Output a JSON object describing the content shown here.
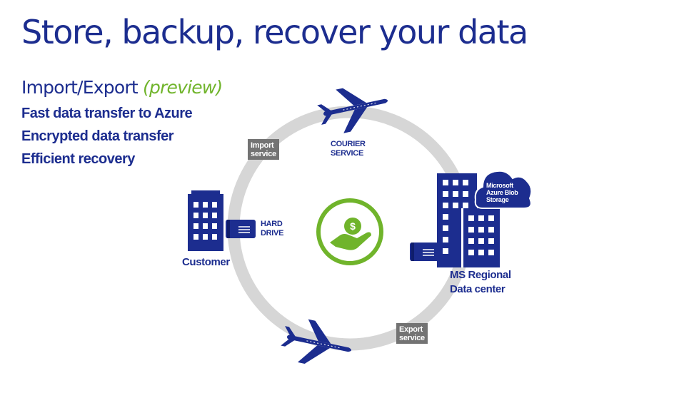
{
  "title": "Store, backup, recover your data",
  "subtitle": {
    "text": "Import/Export",
    "suffix": "(preview)"
  },
  "features": [
    "Fast data transfer to Azure",
    "Encrypted data transfer",
    "Efficient recovery"
  ],
  "labels": {
    "import_service": [
      "Import",
      "service"
    ],
    "courier_service": [
      "COURIER",
      "SERVICE"
    ],
    "hard_drive": [
      "HARD",
      "DRIVE"
    ],
    "customer": "Customer",
    "azure_blob": [
      "Microsoft",
      "Azure Blob",
      "Storage"
    ],
    "ms_datacenter": [
      "MS Regional",
      "Data center"
    ],
    "export_service": [
      "Export",
      "service"
    ]
  },
  "colors": {
    "navy": "#1c2d8f",
    "green": "#70b42b",
    "ring": "#d6d6d6",
    "box": "#737373"
  },
  "icons": [
    "airplane-icon",
    "building-icon",
    "hard-drive-icon",
    "hand-money-icon",
    "cloud-icon"
  ]
}
